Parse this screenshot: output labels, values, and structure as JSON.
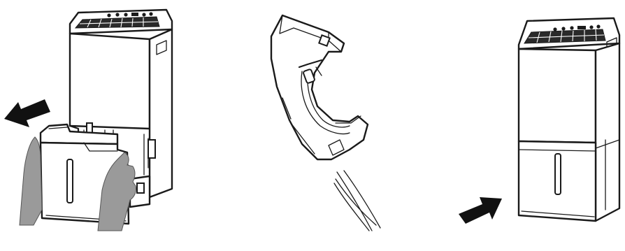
{
  "panels": [
    {
      "id": "remove-tank",
      "arrow_direction": "left"
    },
    {
      "id": "empty-tank",
      "arrow_direction": "none"
    },
    {
      "id": "reinsert-tank",
      "arrow_direction": "right"
    }
  ],
  "colors": {
    "line": "#1a1a1a",
    "hand": "#9a9a9a",
    "background": "#ffffff"
  }
}
